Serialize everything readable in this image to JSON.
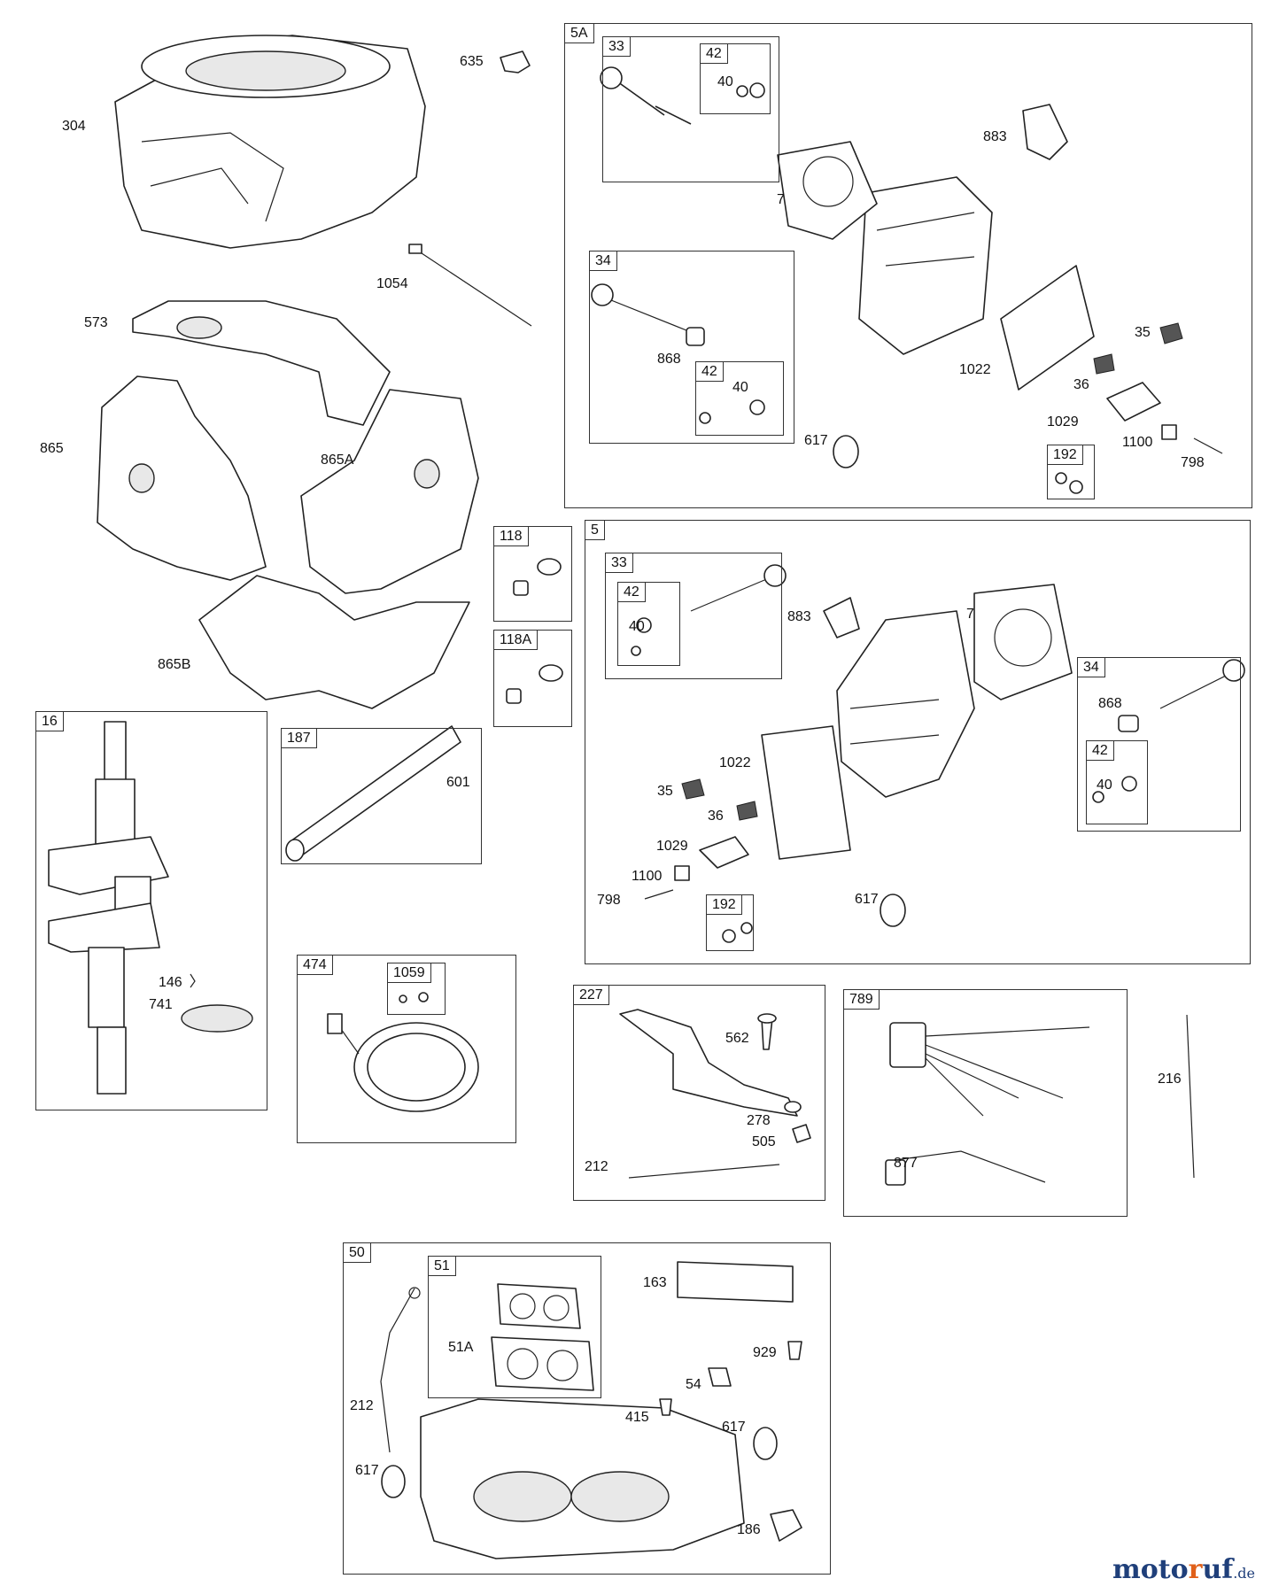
{
  "boxes": {
    "b5a": "5A",
    "b33a": "33",
    "b42a": "42",
    "b34a": "34",
    "b42b": "42",
    "b192a": "192",
    "b118": "118",
    "b118a": "118A",
    "b5": "5",
    "b33b": "33",
    "b42c": "42",
    "b34b": "34",
    "b42d": "42",
    "b192b": "192",
    "b16": "16",
    "b187": "187",
    "b474": "474",
    "b1059": "1059",
    "b227": "227",
    "b789": "789",
    "b50": "50",
    "b51": "51"
  },
  "labels": {
    "l635": "635",
    "l304": "304",
    "l1054": "1054",
    "l573": "573",
    "l865": "865",
    "l865a": "865A",
    "l865b": "865B",
    "l40a": "40",
    "l883a": "883",
    "l7a": "7",
    "l868a": "868",
    "l40b": "40",
    "l35a": "35",
    "l1022a": "1022",
    "l36a": "36",
    "l1029a": "1029",
    "l617a": "617",
    "l1100a": "1100",
    "l798a": "798",
    "l40c": "40",
    "l883b": "883",
    "l7b": "7",
    "l868b": "868",
    "l40d": "40",
    "l1022b": "1022",
    "l35b": "35",
    "l36b": "36",
    "l1029b": "1029",
    "l1100b": "1100",
    "l798b": "798",
    "l617b": "617",
    "l601": "601",
    "l146": "146",
    "l741": "741",
    "l562": "562",
    "l278": "278",
    "l505": "505",
    "l212a": "212",
    "l216": "216",
    "l877": "877",
    "l163": "163",
    "l51a": "51A",
    "l929": "929",
    "l54": "54",
    "l212b": "212",
    "l415": "415",
    "l617c": "617",
    "l617d": "617",
    "l186": "186"
  },
  "brand": {
    "prefix": "moto",
    "accent": "r",
    "suffix": "uf",
    "tld": ".de"
  }
}
